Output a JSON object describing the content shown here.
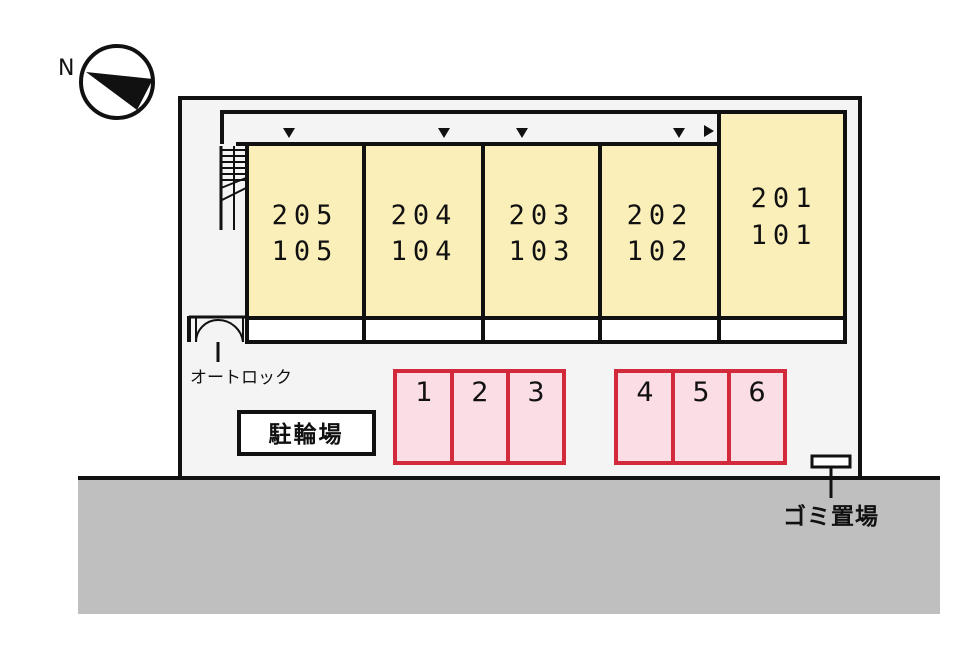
{
  "compass": {
    "label": "N",
    "icon": "north-compass-icon"
  },
  "units": [
    {
      "upper": "205",
      "lower": "105"
    },
    {
      "upper": "204",
      "lower": "104"
    },
    {
      "upper": "203",
      "lower": "103"
    },
    {
      "upper": "202",
      "lower": "102"
    },
    {
      "upper": "201",
      "lower": "101"
    }
  ],
  "parking": {
    "left_group": [
      "1",
      "2",
      "3"
    ],
    "right_group": [
      "4",
      "5",
      "6"
    ]
  },
  "labels": {
    "autolock": "オートロック",
    "bicycle_parking": "駐輪場",
    "garbage": "ゴミ置場"
  },
  "colors": {
    "unit_fill": "#fbefb9",
    "parking_fill": "#fbdde6",
    "parking_stroke": "#d22a3a",
    "site_fill": "#f4f4f4",
    "road_fill": "#bfbfbf",
    "outline": "#111111"
  }
}
